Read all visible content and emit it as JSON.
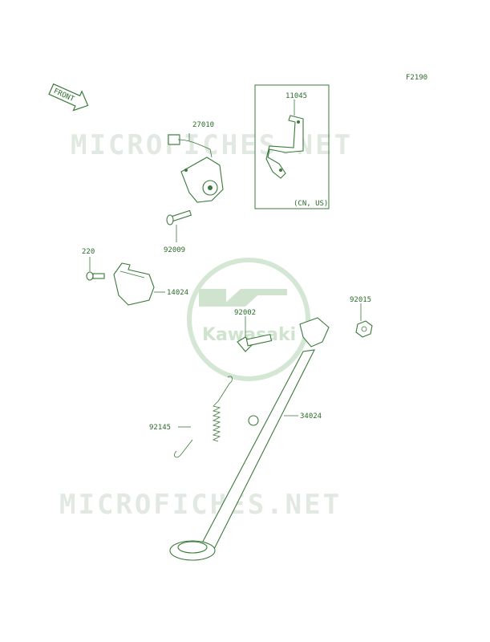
{
  "diagram": {
    "code": "F2190",
    "front_label": "FRONT",
    "watermark_text": "MICROFICHES.NET",
    "logo_text": "Kawasaki",
    "region_note": "(CN, US)",
    "colors": {
      "line": "#3a7a3a",
      "label": "#2b6b2b",
      "watermark": "#e2e8e2",
      "logo": "#cfe3cf"
    },
    "parts": [
      {
        "id": "11045"
      },
      {
        "id": "27010"
      },
      {
        "id": "92009"
      },
      {
        "id": "220"
      },
      {
        "id": "14024"
      },
      {
        "id": "92002"
      },
      {
        "id": "92015"
      },
      {
        "id": "92145"
      },
      {
        "id": "34024"
      }
    ]
  }
}
